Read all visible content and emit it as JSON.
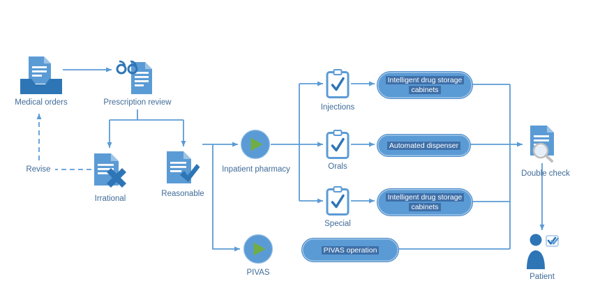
{
  "figure": {
    "colors": {
      "primary": "#5B9BD5",
      "accent_dark": "#2E75B6",
      "play_green": "#70AD47",
      "label_text": "#406B99",
      "pill_text": "#ffffff",
      "pill_band": "#3E6FA8"
    },
    "nodes": {
      "medical_orders": {
        "label": "Medical orders",
        "icon": "document-inbox-tray-icon"
      },
      "prescription_review": {
        "label": "Prescription review",
        "icon": "document-glasses-icon"
      },
      "revise": {
        "label": "Revise"
      },
      "irrational": {
        "label": "Irrational",
        "icon": "document-x-icon"
      },
      "reasonable": {
        "label": "Reasonable",
        "icon": "document-check-icon"
      },
      "inpatient_pharmacy": {
        "label": "Inpatient pharmacy",
        "icon": "play-circle-icon"
      },
      "pivas": {
        "label": "PIVAS",
        "icon": "play-circle-icon"
      },
      "injections": {
        "label": "Injections",
        "icon": "clipboard-check-icon"
      },
      "orals": {
        "label": "Orals",
        "icon": "clipboard-check-icon"
      },
      "special": {
        "label": "Special",
        "icon": "clipboard-check-icon"
      },
      "cabinet_top": {
        "label": "Intelligent drug storage cabinets"
      },
      "automated_dispenser": {
        "label": "Automated dispenser"
      },
      "cabinet_bottom": {
        "label": "Intelligent drug storage cabinets"
      },
      "pivas_operation": {
        "label": "PIVAS operation"
      },
      "double_check": {
        "label": "Double check",
        "icon": "document-magnifier-icon"
      },
      "patient": {
        "label": "Patient",
        "icon": "person-double-check-icon"
      }
    }
  }
}
